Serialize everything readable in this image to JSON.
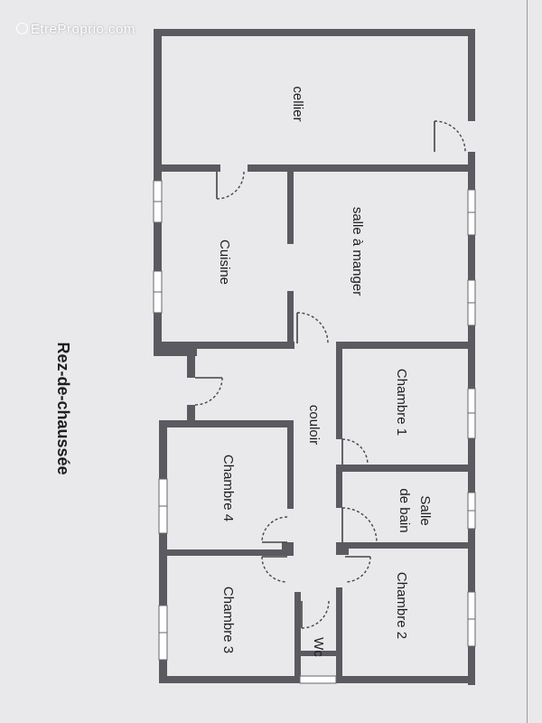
{
  "watermark": "EtreProprio.com",
  "title": "Rez-de-chaussée",
  "rooms": {
    "cellier": "cellier",
    "cuisine": "Cuisine",
    "salle_a_manger": "salle à manger",
    "chambre1": "Chambre 1",
    "couloir": "couloir",
    "salle_de_bain_1": "Salle",
    "salle_de_bain_2": "de bain",
    "chambre4": "Chambre 4",
    "chambre2": "Chambre 2",
    "chambre3": "Chambre 3",
    "wc": "Wc"
  },
  "colors": {
    "wall": "#5a5a60",
    "paper": "#e9e9ec"
  }
}
